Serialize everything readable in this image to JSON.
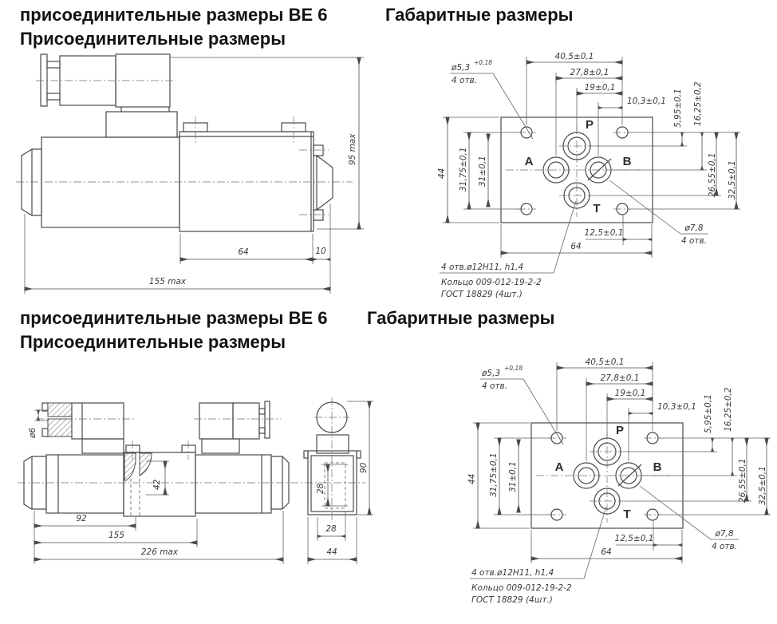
{
  "headings": {
    "connection_line1": "присоединительные размеры ВЕ 6",
    "connection_line2": "Присоединительные размеры",
    "overall": "Габаритные размеры"
  },
  "single_valve": {
    "height_max": "95 max",
    "body_length": "64",
    "protrusion": "10",
    "total_length": "155 max"
  },
  "double_valve": {
    "pin_dia": "ø6",
    "port_height": "42",
    "coil_length": "92",
    "body_length": "155",
    "total_length": "226 max",
    "end_view": {
      "inner_height": "28",
      "inner_width": "28",
      "width": "44",
      "height": "90"
    }
  },
  "plate": {
    "ports": {
      "p": "P",
      "a": "A",
      "b": "B",
      "t": "T"
    },
    "dims": {
      "w40_5": "40,5±0,1",
      "w27_8": "27,8±0,1",
      "w19": "19±0,1",
      "w10_3": "10,3±0,1",
      "h5_95": "5,95±0,1",
      "h16_25": "16,25±0,2",
      "h26_55": "26,55±0,1",
      "h32_5": "32,5±0,1",
      "h44": "44",
      "h31_75": "31,75±0,1",
      "h31": "31±0,1",
      "w12_5": "12,5±0,1",
      "w64": "64"
    },
    "mount_hole": {
      "dia": "ø5,3",
      "tol": "+0,18",
      "qty": "4 отв."
    },
    "port_hole": {
      "dia": "ø7,8",
      "qty": "4 отв."
    },
    "notes": [
      "4 отв.ø12Н11,  h1,4",
      "Кольцо 009-012-19-2-2",
      "ГОСТ 18829 (4шт.)"
    ]
  }
}
